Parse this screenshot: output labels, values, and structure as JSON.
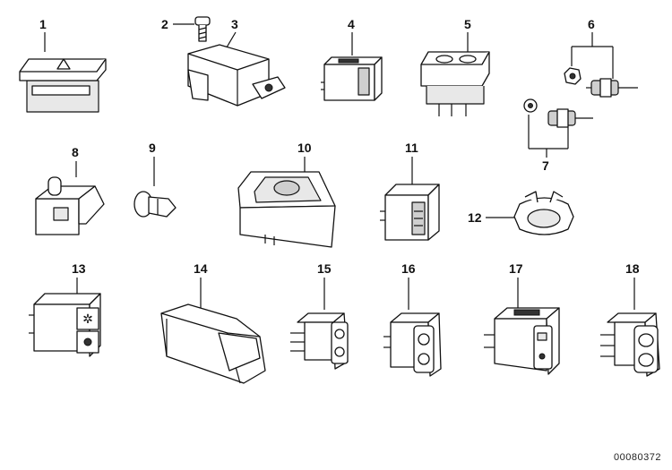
{
  "parts": [
    {
      "no": "1"
    },
    {
      "no": "2"
    },
    {
      "no": "3"
    },
    {
      "no": "4"
    },
    {
      "no": "5"
    },
    {
      "no": "6"
    },
    {
      "no": "7"
    },
    {
      "no": "8"
    },
    {
      "no": "9"
    },
    {
      "no": "10"
    },
    {
      "no": "11"
    },
    {
      "no": "12"
    },
    {
      "no": "13"
    },
    {
      "no": "14"
    },
    {
      "no": "15"
    },
    {
      "no": "16"
    },
    {
      "no": "17"
    },
    {
      "no": "18"
    }
  ],
  "diagram_code": "00080372"
}
